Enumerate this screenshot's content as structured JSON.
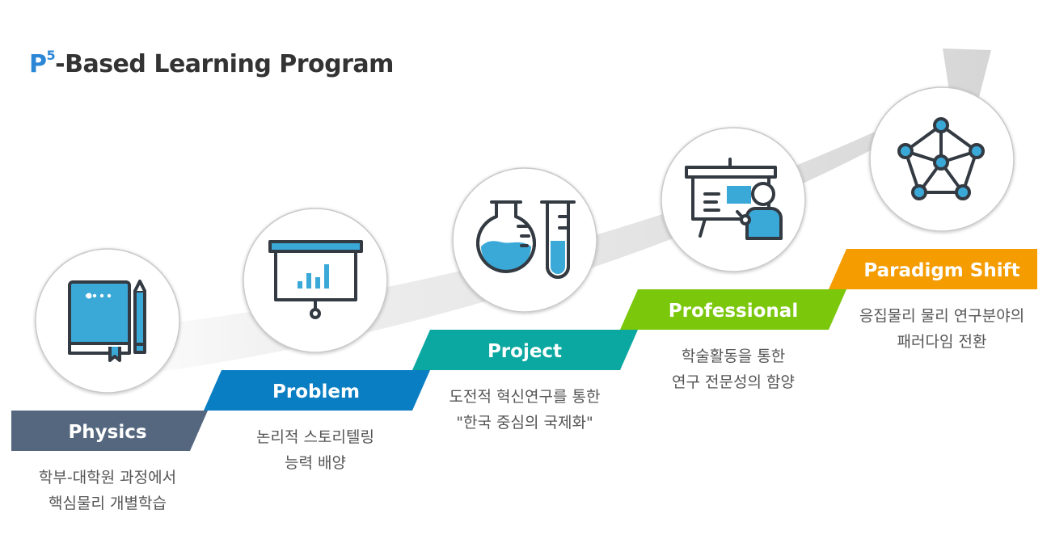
{
  "title": {
    "prefix": "P",
    "sup": "5",
    "rest": "-Based Learning Program"
  },
  "colors": {
    "physics": "#55677f",
    "problem": "#0a7ec2",
    "project": "#0aa8a0",
    "professional": "#7ac70c",
    "paradigm": "#f59c00",
    "icon_stroke": "#333a42",
    "icon_fill": "#3aa9d8"
  },
  "steps": [
    {
      "label": "Physics",
      "icon": "book-pencil-icon",
      "desc": [
        "학부-대학원 과정에서",
        "핵심물리 개별학습"
      ]
    },
    {
      "label": "Problem",
      "icon": "presentation-chart-icon",
      "desc": [
        "논리적 스토리텔링",
        "능력 배양"
      ]
    },
    {
      "label": "Project",
      "icon": "flask-testtube-icon",
      "desc": [
        "도전적 혁신연구를 통한",
        "\"한국 중심의 국제화\""
      ]
    },
    {
      "label": "Professional",
      "icon": "lecturer-board-icon",
      "desc": [
        "학술활동을 통한",
        "연구 전문성의 함양"
      ]
    },
    {
      "label": "Paradigm Shift",
      "icon": "network-icon",
      "desc": [
        "응집물리 물리 연구분야의",
        "패러다임 전환"
      ]
    }
  ]
}
